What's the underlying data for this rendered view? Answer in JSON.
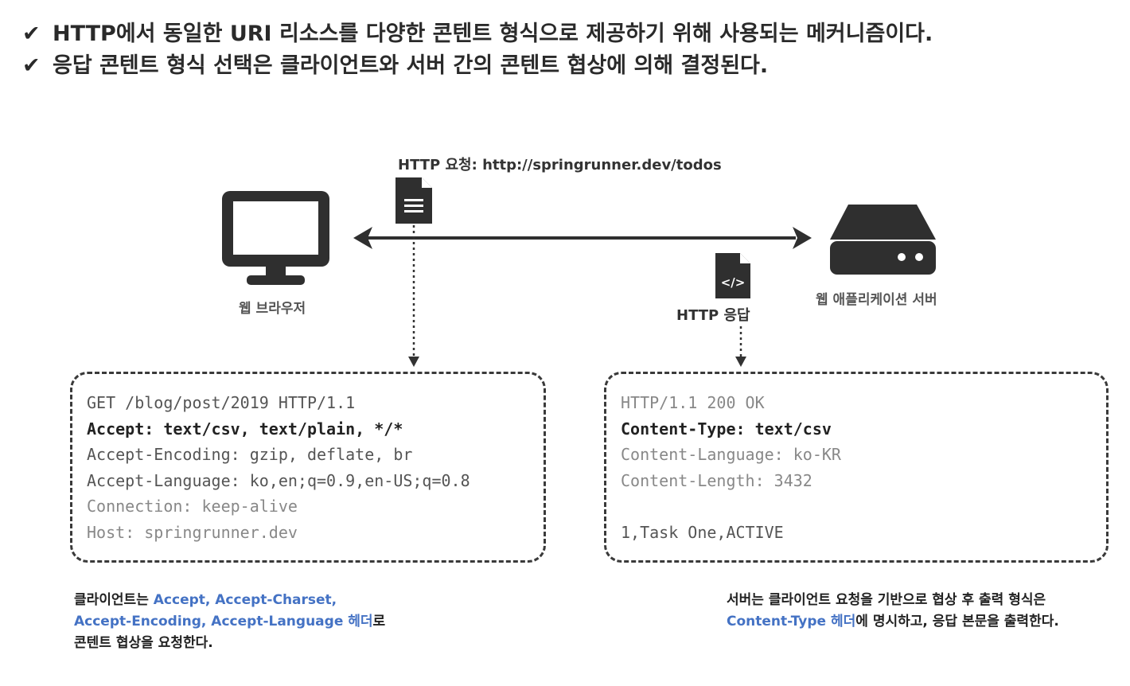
{
  "bullets": [
    "HTTP에서 동일한 URI 리소스를 다양한 콘텐트 형식으로 제공하기 위해 사용되는 메커니즘이다.",
    "응답 콘텐트 형식 선택은 클라이언트와 서버 간의 콘텐트 협상에 의해 결정된다."
  ],
  "check_glyph": "✔",
  "diagram": {
    "request_label": "HTTP 요청: http://springrunner.dev/todos",
    "response_label": "HTTP 응답",
    "browser_label": "웹 브라우저",
    "server_label": "웹 애플리케이션 서버",
    "code_icon_glyph": "</>",
    "icons": [
      "monitor-icon",
      "document-icon",
      "code-document-icon",
      "server-icon"
    ]
  },
  "request_lines": [
    "GET /blog/post/2019 HTTP/1.1",
    "Accept: text/csv, text/plain, */*",
    "Accept-Encoding: gzip, deflate, br",
    "Accept-Language: ko,en;q=0.9,en-US;q=0.8",
    "Connection: keep-alive",
    "Host: springrunner.dev"
  ],
  "response_lines": [
    "HTTP/1.1 200 OK",
    "Content-Type: text/csv",
    "Content-Language: ko-KR",
    "Content-Length: 3432",
    "",
    "1,Task One,ACTIVE"
  ],
  "client_note": {
    "prefix": "클라이언트는 ",
    "hl1": "Accept, Accept-Charset,",
    "hl2": "Accept-Encoding, Accept-Language 헤더",
    "mid": "로",
    "line3": "콘텐트 협상을 요청한다."
  },
  "server_note": {
    "line1": "서버는 클라이언트 요청을 기반으로 협상 후 출력 형식은",
    "hl": "Content-Type 헤더",
    "rest": "에 명시하고, 응답 본문을 출력한다."
  },
  "colors": {
    "highlight": "#4472c4",
    "icon": "#2f2f2f"
  }
}
